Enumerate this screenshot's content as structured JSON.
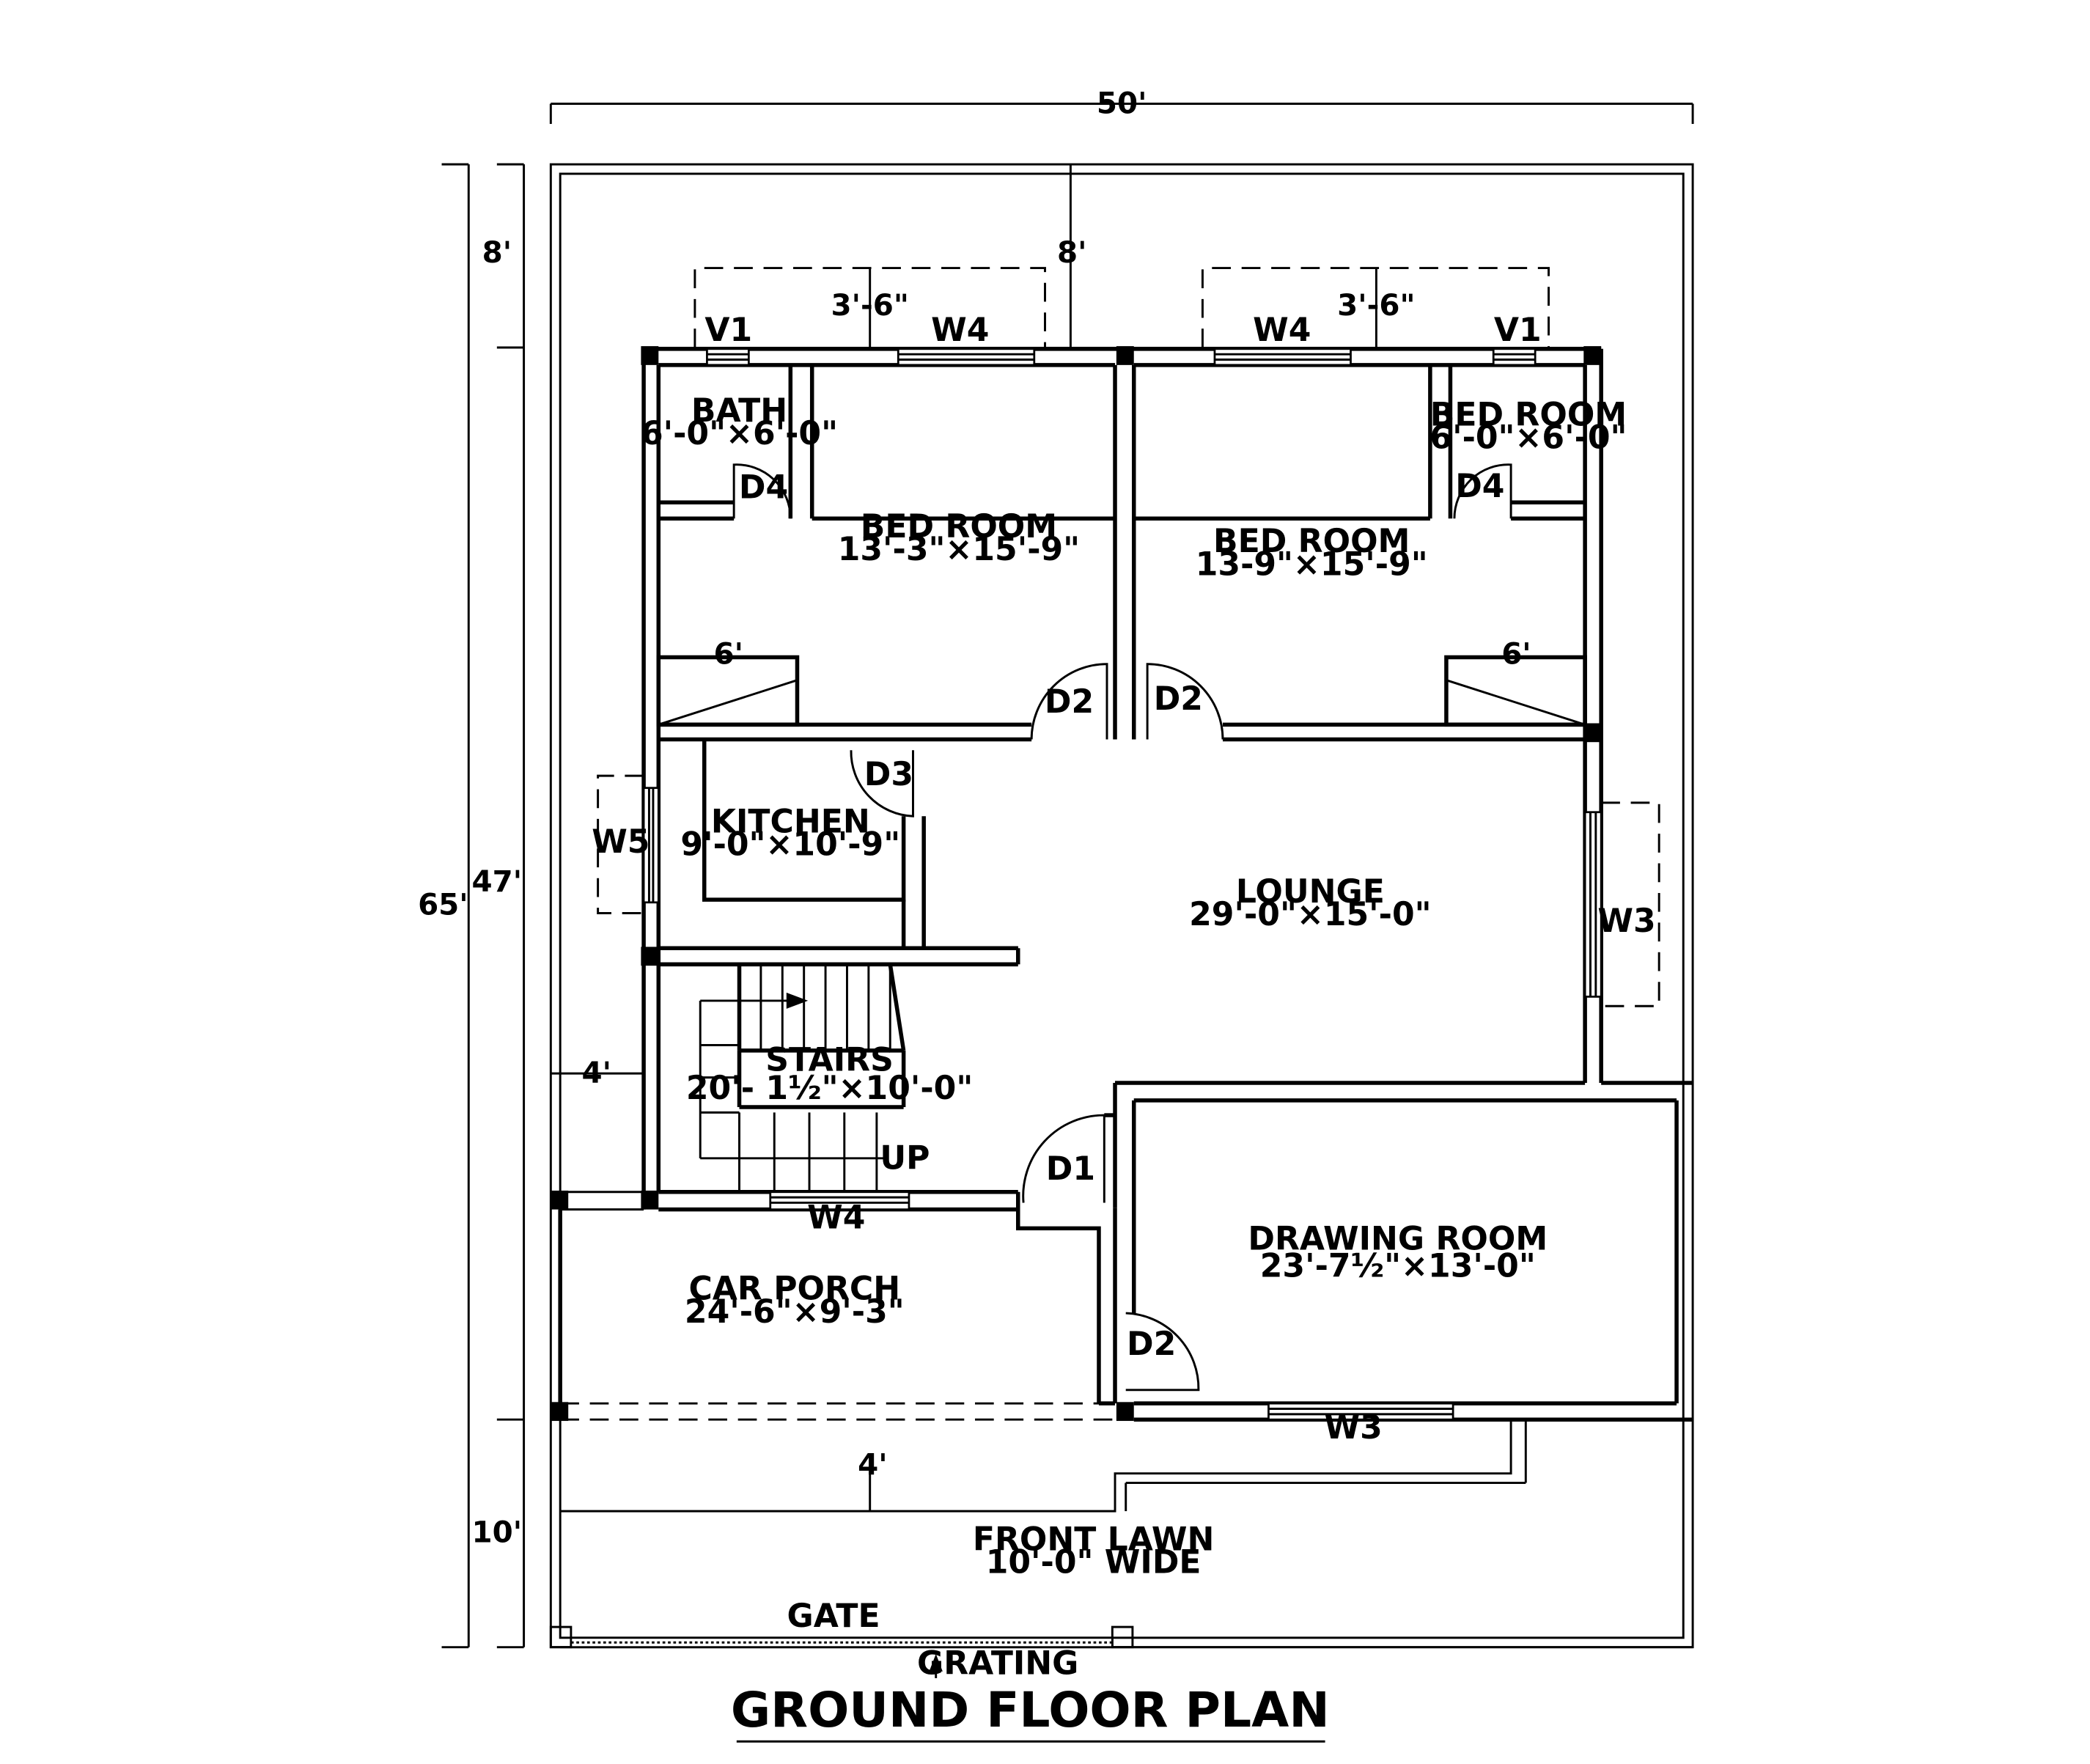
{
  "title": "GROUND FLOOR PLAN",
  "dimensions": {
    "total_width": "50'",
    "total_depth": "65'",
    "back_setback": "8'",
    "building_depth": "47'",
    "front_setback": "10'",
    "back_setback_inner": "8'",
    "side_passage": "4'",
    "front_passage": "4'",
    "window_proj_left": "3'-6\"",
    "window_proj_right": "3'-6\"",
    "wardrobe_left": "6'",
    "wardrobe_right": "6'"
  },
  "rooms": {
    "bath": {
      "name": "BATH",
      "size": "6'-0\"×6'-0\""
    },
    "bedroom_small": {
      "name": "BED ROOM",
      "size": "6'-0\"×6'-0\""
    },
    "bedroom_left": {
      "name": "BED ROOM",
      "size": "13'-3\"×15'-9\""
    },
    "bedroom_right": {
      "name": "BED ROOM",
      "size": "13-9\"×15'-9\""
    },
    "kitchen": {
      "name": "KITCHEN",
      "size": "9'-0\"×10'-9\""
    },
    "lounge": {
      "name": "LOUNGE",
      "size": "29'-0\"×15'-0\""
    },
    "stairs": {
      "name": "STAIRS",
      "size": "20'- 1½\"×10'-0\"",
      "up": "UP"
    },
    "drawing_room": {
      "name": "DRAWING ROOM",
      "size": "23'-7½\"×13'-0\""
    },
    "car_porch": {
      "name": "CAR PORCH",
      "size": "24'-6\"×9'-3\""
    },
    "front_lawn": {
      "name": "FRONT LAWN",
      "size": "10'-0\" WIDE"
    }
  },
  "openings": {
    "v1_left": "V1",
    "v1_right": "V1",
    "w4_left": "W4",
    "w4_right": "W4",
    "w4_stairs": "W4",
    "w5": "W5",
    "w3_lounge": "W3",
    "w3_drawing": "W3",
    "d4_left": "D4",
    "d4_right": "D4",
    "d2_left": "D2",
    "d2_right": "D2",
    "d2_drawing": "D2",
    "d3": "D3",
    "d1": "D1",
    "gate": "GATE",
    "grating": "GRATING"
  }
}
